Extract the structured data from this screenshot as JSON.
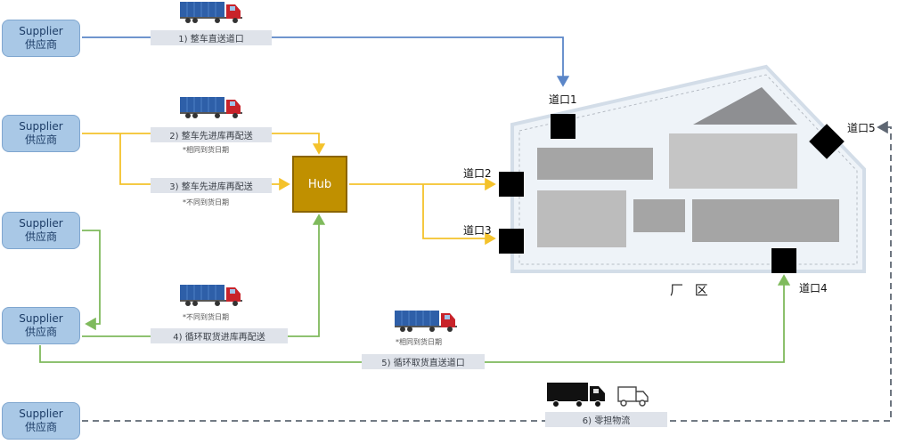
{
  "suppliers": [
    {
      "en": "Supplier",
      "zh": "供应商"
    },
    {
      "en": "Supplier",
      "zh": "供应商"
    },
    {
      "en": "Supplier",
      "zh": "供应商"
    },
    {
      "en": "Supplier",
      "zh": "供应商"
    },
    {
      "en": "Supplier",
      "zh": "供应商"
    }
  ],
  "routes": [
    {
      "label": "1) 整车直送道口"
    },
    {
      "label": "2) 整车先进库再配送",
      "note": "*相同到货日期"
    },
    {
      "label": "3) 整车先进库再配送",
      "note": "*不同到货日期"
    },
    {
      "label": "4) 循环取货进库再配送",
      "note": "*不同到货日期"
    },
    {
      "label": "5) 循环取货直送道口",
      "note": "*相同到货日期"
    },
    {
      "label": "6) 零担物流"
    }
  ],
  "hub": {
    "label": "Hub"
  },
  "factory": {
    "label": "厂 区"
  },
  "gates": [
    {
      "label": "道口1"
    },
    {
      "label": "道口2"
    },
    {
      "label": "道口3"
    },
    {
      "label": "道口4"
    },
    {
      "label": "道口5"
    }
  ],
  "colors": {
    "blue_route": "#5b86c8",
    "yellow_route": "#f4c22b",
    "green_route": "#7fba5c",
    "dashed_route": "#5f6773",
    "supplier_fill": "#a9c8e6",
    "hub_fill": "#c09000"
  }
}
